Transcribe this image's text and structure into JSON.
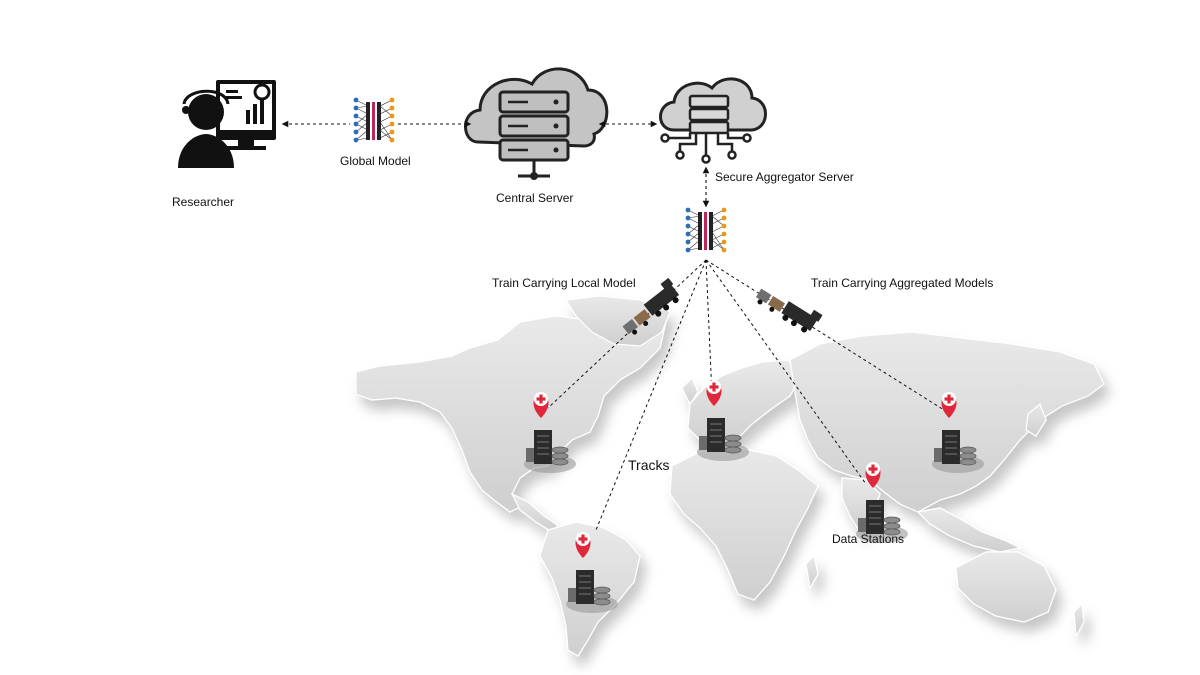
{
  "nodes": {
    "researcher": "Researcher",
    "global_model": "Global Model",
    "central_server": "Central Server",
    "secure_aggregator": "Secure Aggregator Server"
  },
  "trains": {
    "local": "Train  Carrying  Local Model",
    "aggregated": "Train  Carrying  Aggregated  Models"
  },
  "map_labels": {
    "tracks": "Tracks",
    "data_stations": "Data Stations"
  },
  "icons": [
    "researcher-icon",
    "neural-network-icon",
    "cloud-server-icon",
    "cloud-network-icon",
    "train-icon",
    "location-pin-icon",
    "server-stack-icon"
  ],
  "colors": {
    "pin": "#e0283c",
    "map": "#d9d9d9",
    "icon": "#1c1c1c",
    "cloud": "#bdbdbd"
  }
}
